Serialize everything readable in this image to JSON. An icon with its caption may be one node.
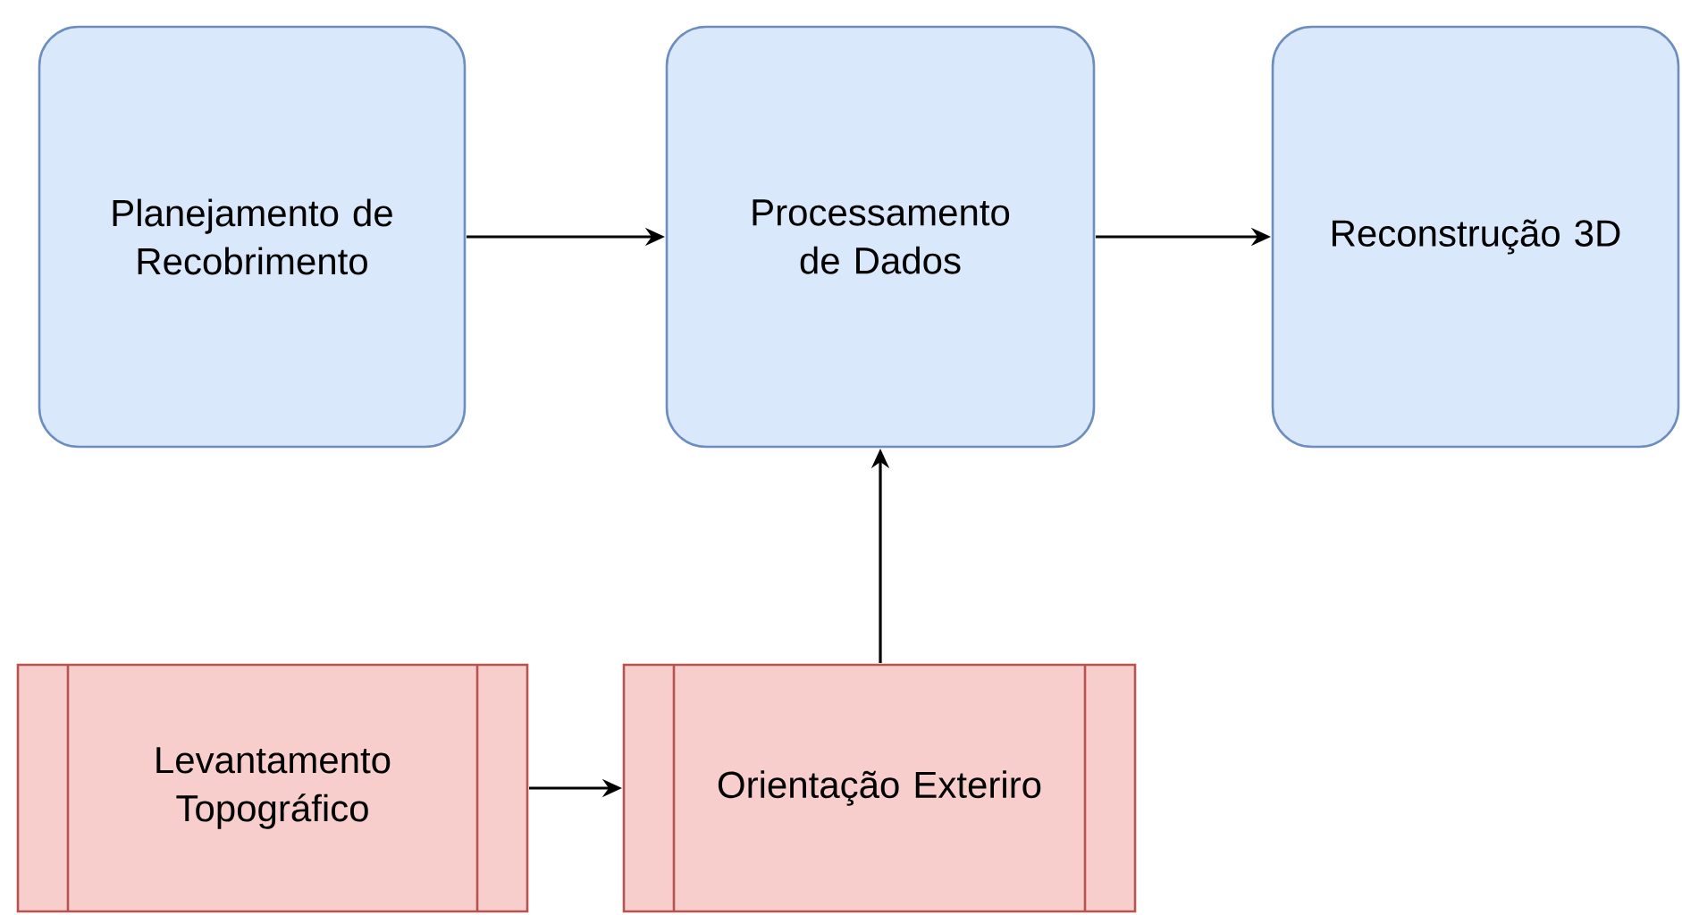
{
  "diagram": {
    "nodes": [
      {
        "text": [
          "Planejamento de Recobrimento"
        ]
      },
      {
        "text": [
          "Processamento de Dados"
        ]
      },
      {
        "text": [
          "Reconstrução 3D"
        ]
      },
      {
        "text": [
          "Levantamento Topográfico"
        ]
      },
      {
        "text": [
          "Orientação Exteriro"
        ]
      }
    ],
    "edges": [
      {
        "from": 0,
        "to": 1,
        "arrow": "to"
      },
      {
        "from": 1,
        "to": 2,
        "arrow": "to"
      },
      {
        "from": 4,
        "to": 1,
        "arrow": "to"
      },
      {
        "from": 3,
        "to": 4,
        "arrow": "to"
      }
    ]
  }
}
